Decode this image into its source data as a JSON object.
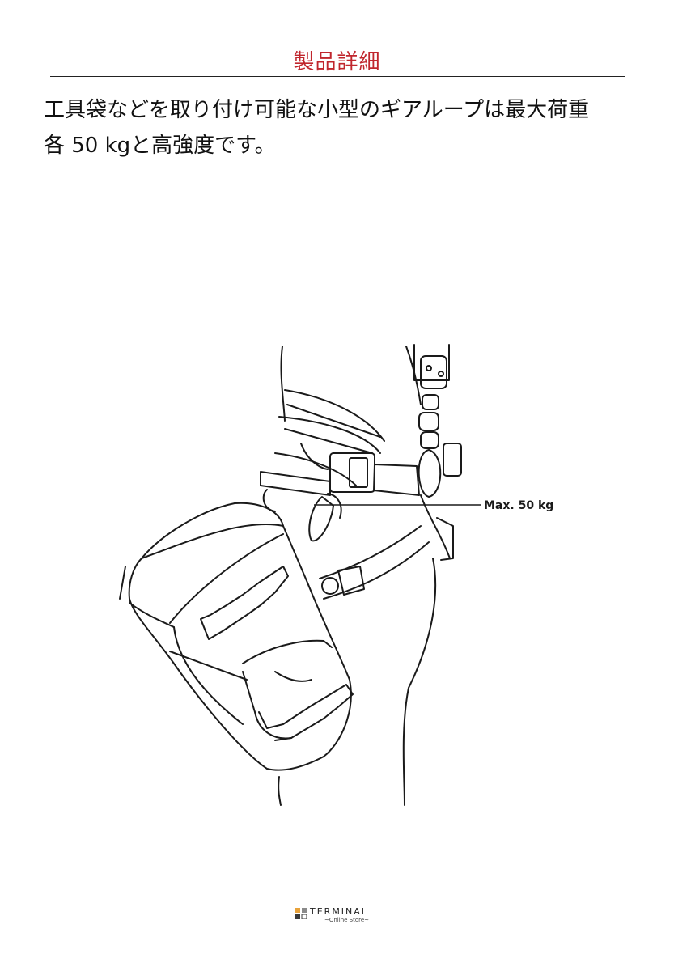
{
  "header": {
    "title": "製品詳細"
  },
  "description": {
    "line1": "工具袋などを取り付け可能な小型のギアループは最大荷重",
    "line2": "各 50 kgと高強度です。"
  },
  "illustration": {
    "callout_label": "Max. 50 kg"
  },
  "footer": {
    "brand": "TERMINAL",
    "brand_sub": "~Online Store~",
    "logo_colors": [
      "#e8a23a",
      "#8a8a8a",
      "#3a3a3a"
    ]
  }
}
